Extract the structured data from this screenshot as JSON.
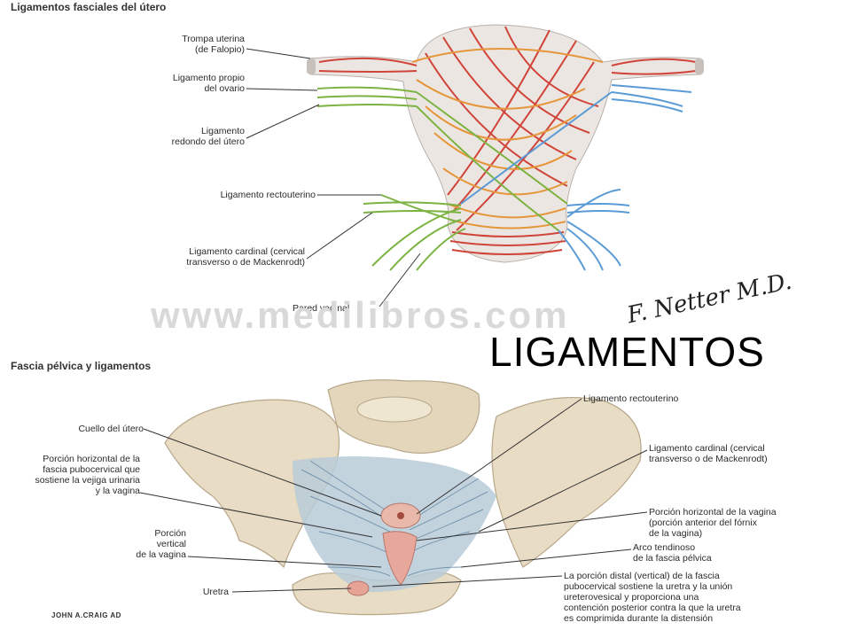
{
  "top_figure": {
    "title": "Ligamentos fasciales del útero",
    "labels": {
      "trompa": [
        "Trompa uterina",
        "(de Falopio)"
      ],
      "ovario": [
        "Ligamento propio",
        "del ovario"
      ],
      "redondo": [
        "Ligamento",
        "redondo del útero"
      ],
      "rectouterino": [
        "Ligamento rectouterino"
      ],
      "cardinal": [
        "Ligamento cardinal (cervical",
        "transverso o de Mackenrodt)"
      ],
      "pared": [
        "Pared vaginal"
      ]
    },
    "watermark": "www.medilibros.com",
    "signature": "F. Netter M.D."
  },
  "bottom_figure": {
    "title": "Fascia pélvica y ligamentos",
    "labels": {
      "cuello": [
        "Cuello del útero"
      ],
      "porcion_horizontal_fascia": [
        "Porción horizontal de la",
        "fascia pubocervical que",
        "sostiene la vejiga urinaria",
        "y la vagina"
      ],
      "porcion_vertical": [
        "Porción",
        "vertical",
        "de la vagina"
      ],
      "uretra": [
        "Uretra"
      ],
      "rectouterino": [
        "Ligamento rectouterino"
      ],
      "cardinal": [
        "Ligamento cardinal (cervical",
        "transverso o de Mackenrodt)"
      ],
      "porcion_horizontal_vagina": [
        "Porción horizontal de la vagina",
        "(porción anterior del fórnix",
        "de la vagina)"
      ],
      "arco": [
        "Arco tendinoso",
        "de la fascia pélvica"
      ],
      "porcion_distal": [
        "La porción distal (vertical) de la fascia",
        "pubocervical sostiene la uretra y la unión",
        "ureterovesical y proporciona una",
        "contención posterior contra la que la uretra",
        "es comprimida durante la distensión"
      ]
    },
    "signature": "JOHN A.CRAIG AD"
  },
  "slide_title": "LIGAMENTOS",
  "colors": {
    "fiber_red": "#d0443a",
    "fiber_orange": "#e5963a",
    "fiber_green": "#7cb342",
    "fiber_blue": "#5b9bd5",
    "uterus_fill": "#ece6e2",
    "bone": "#e8dcc4",
    "ligament_blue": "#9cb6c8"
  }
}
